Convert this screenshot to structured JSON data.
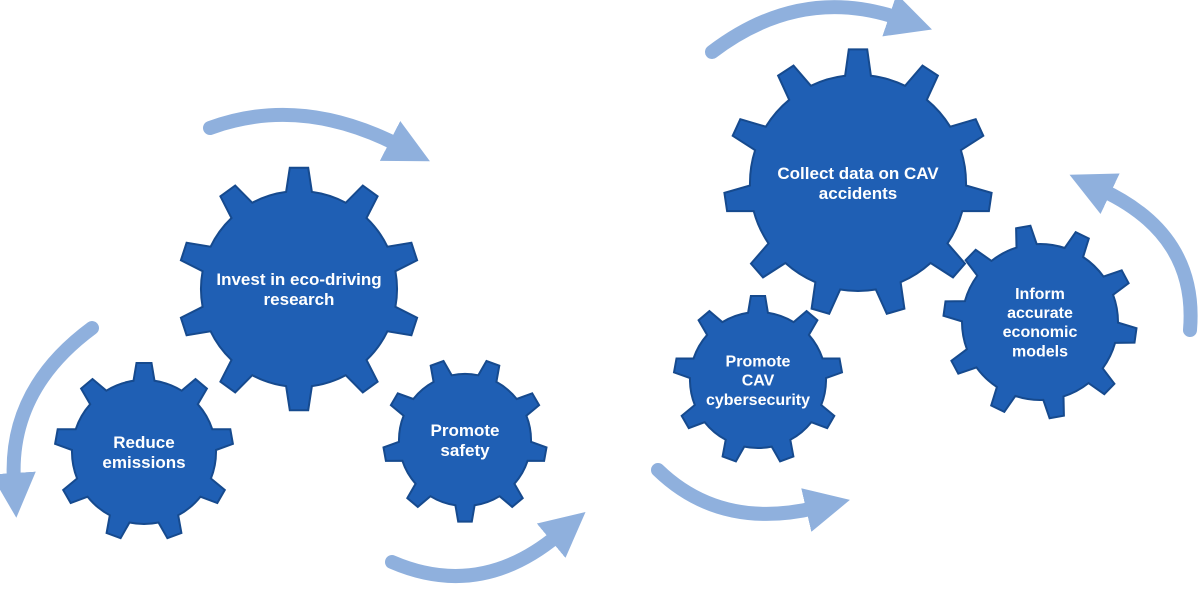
{
  "colors": {
    "gear": "#1f5fb4",
    "gear_edge": "#164a8e",
    "arrow": "#8fb0dd",
    "label": "#ffffff"
  },
  "gears": [
    {
      "id": "eco-driving",
      "lines": [
        "Invest in eco-driving",
        "research"
      ]
    },
    {
      "id": "reduce-emissions",
      "lines": [
        "Reduce",
        "emissions"
      ]
    },
    {
      "id": "promote-safety",
      "lines": [
        "Promote",
        "safety"
      ]
    },
    {
      "id": "collect-data",
      "lines": [
        "Collect data on CAV",
        "accidents"
      ]
    },
    {
      "id": "promote-cybersecurity",
      "lines": [
        "Promote",
        "CAV",
        "cybersecurity"
      ]
    },
    {
      "id": "inform-models",
      "lines": [
        "Inform",
        "accurate",
        "economic",
        "models"
      ]
    }
  ]
}
